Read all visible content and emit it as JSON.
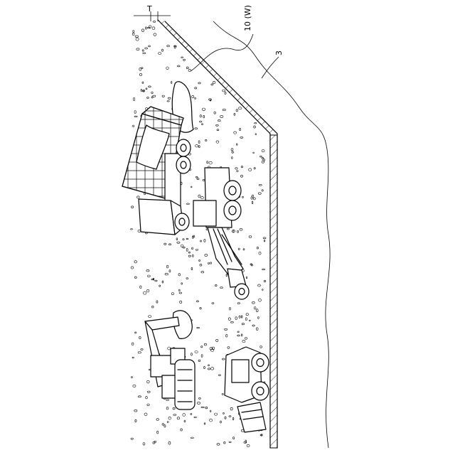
{
  "figure": {
    "labels": {
      "thickness": "T",
      "ground_layer": "10 (W)",
      "natural_ground": "3"
    }
  }
}
